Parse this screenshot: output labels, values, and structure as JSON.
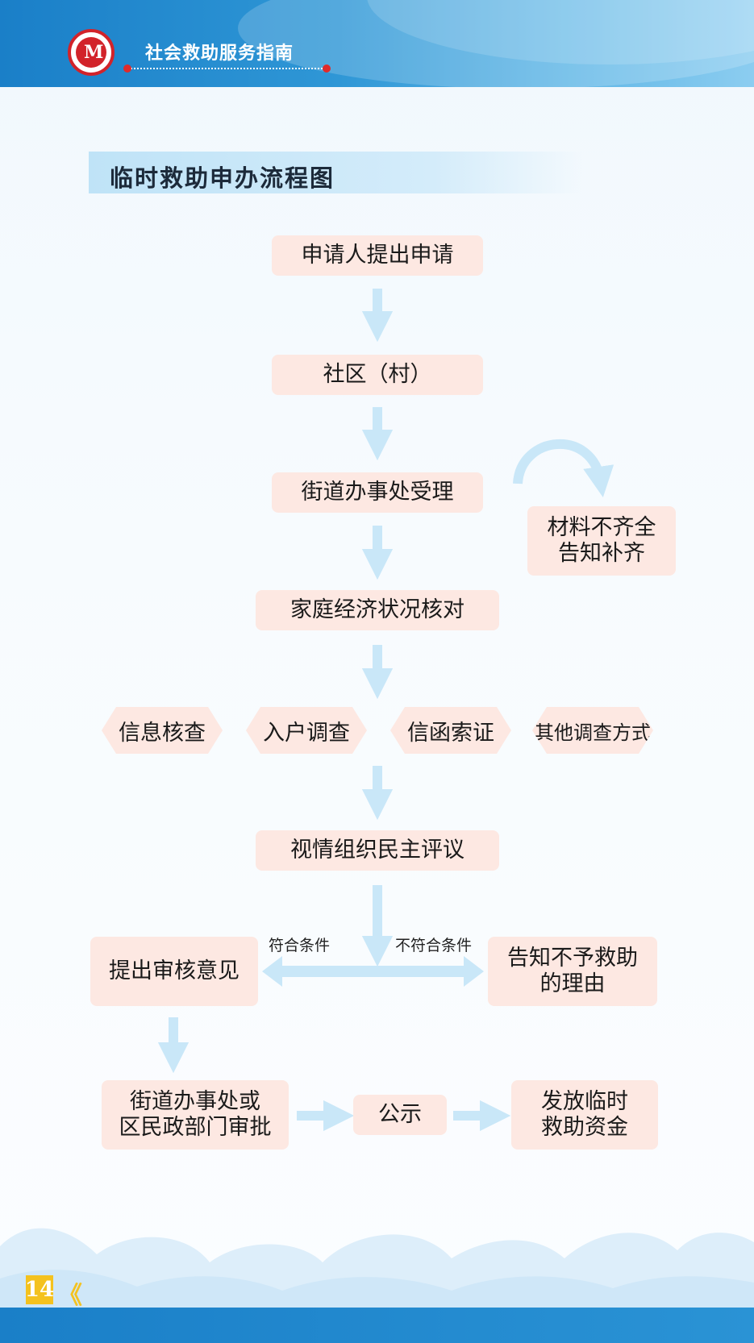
{
  "header": {
    "brand": "社会救助服务指南"
  },
  "section": {
    "title": "临时救助申办流程图"
  },
  "flow": {
    "step1": "申请人提出申请",
    "step2": "社区（村）",
    "step3": "街道办事处受理",
    "side_note": "材料不齐全\n告知补齐",
    "step4": "家庭经济状况核对",
    "methods": [
      "信息核查",
      "入户调查",
      "信函索证",
      "其他调查方式"
    ],
    "step5": "视情组织民主评议",
    "branch_yes_label": "符合条件",
    "branch_no_label": "不符合条件",
    "yes_box": "提出审核意见",
    "no_box": "告知不予救助\n的理由",
    "approve": "街道办事处或\n区民政部门审批",
    "publicize": "公示",
    "issue": "发放临时\n救助资金"
  },
  "footer": {
    "page_number": "14",
    "nav_glyph": "《"
  },
  "colors": {
    "box_fill": "#fde8e2",
    "arrow": "#c9e7f8",
    "header_blue": "#1a7fc8",
    "accent_red": "#d2232a",
    "page_yellow": "#f4c21f"
  }
}
